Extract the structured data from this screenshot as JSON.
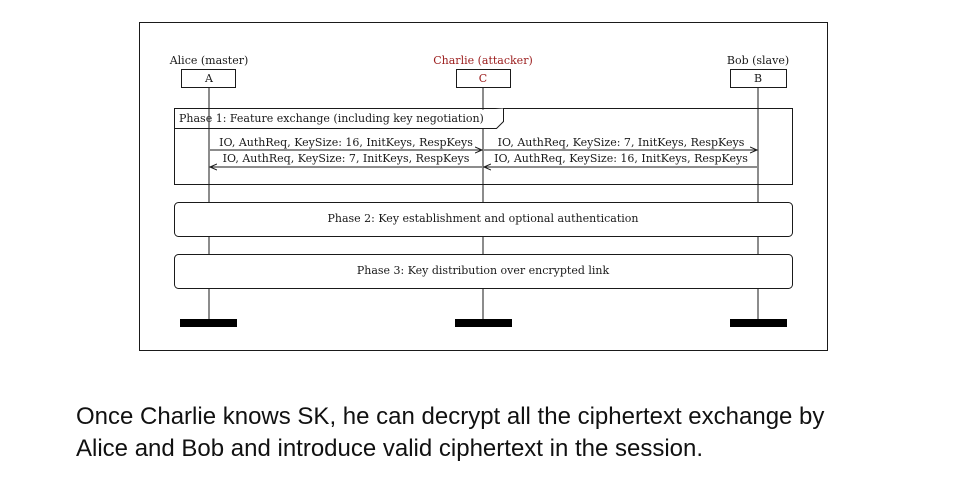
{
  "participants": [
    {
      "name": "Alice (master)",
      "box": "A",
      "accent": "#1a1a1a"
    },
    {
      "name": "Charlie (attacker)",
      "box": "C",
      "accent": "#9b1c1c"
    },
    {
      "name": "Bob (slave)",
      "box": "B",
      "accent": "#1a1a1a"
    }
  ],
  "phase1": {
    "label": "Phase 1: Feature exchange (including key negotiation)",
    "messages": {
      "alice_to_charlie": {
        "before": "IO, AuthReq, KeySize: 16, InitKeys, RespKeys",
        "highlight": "",
        "after": ""
      },
      "charlie_to_bob": {
        "before": "IO, AuthReq, ",
        "highlight": "KeySize: 7",
        "after": ", InitKeys, RespKeys"
      },
      "charlie_to_alice": {
        "before": "IO, AuthReq, ",
        "highlight": "KeySize: 7",
        "after": ", InitKeys, RespKeys"
      },
      "bob_to_charlie": {
        "before": "IO, AuthReq, KeySize: 16, InitKeys, RespKeys",
        "highlight": "",
        "after": ""
      }
    }
  },
  "phase2": {
    "label": "Phase 2: Key establishment and optional authentication"
  },
  "phase3": {
    "label": "Phase 3: Key distribution over encrypted link"
  },
  "caption": {
    "line1": "Once Charlie knows SK, he can decrypt all the ciphertext exchange by",
    "line2": "Alice and Bob and introduce valid ciphertext in the session."
  },
  "colors": {
    "ink": "#1a1a1a",
    "attacker_red": "#9b1c1c"
  }
}
